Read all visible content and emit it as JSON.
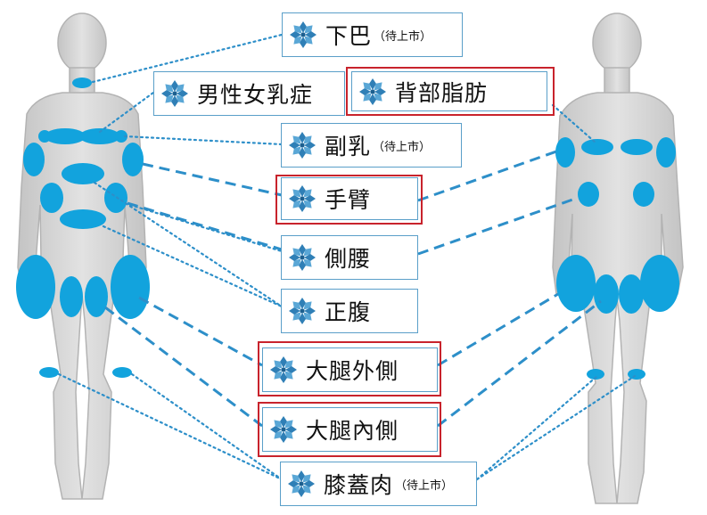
{
  "colors": {
    "figure": "#d6d6d6",
    "figure_edge": "#b3b3b3",
    "zone": "#12a3dd",
    "line": "#2d8fc9",
    "box_border": "#5a9fc9",
    "highlight": "#c8232c"
  },
  "icon": "snowflake-icon",
  "items": [
    {
      "id": "chin",
      "label": "下巴",
      "note": "（待上市）",
      "highlighted": false
    },
    {
      "id": "male-breast",
      "label": "男性女乳症",
      "note": "",
      "highlighted": false
    },
    {
      "id": "back-fat",
      "label": "背部脂肪",
      "note": "",
      "highlighted": true
    },
    {
      "id": "accessory-breast",
      "label": "副乳",
      "note": "（待上市）",
      "highlighted": false
    },
    {
      "id": "arm",
      "label": "手臂",
      "note": "",
      "highlighted": true
    },
    {
      "id": "flank",
      "label": "側腰",
      "note": "",
      "highlighted": false
    },
    {
      "id": "abdomen",
      "label": "正腹",
      "note": "",
      "highlighted": false
    },
    {
      "id": "outer-thigh",
      "label": "大腿外側",
      "note": "",
      "highlighted": true
    },
    {
      "id": "inner-thigh",
      "label": "大腿內側",
      "note": "",
      "highlighted": true
    },
    {
      "id": "knee",
      "label": "膝蓋肉",
      "note": "（待上市）",
      "highlighted": false
    }
  ]
}
